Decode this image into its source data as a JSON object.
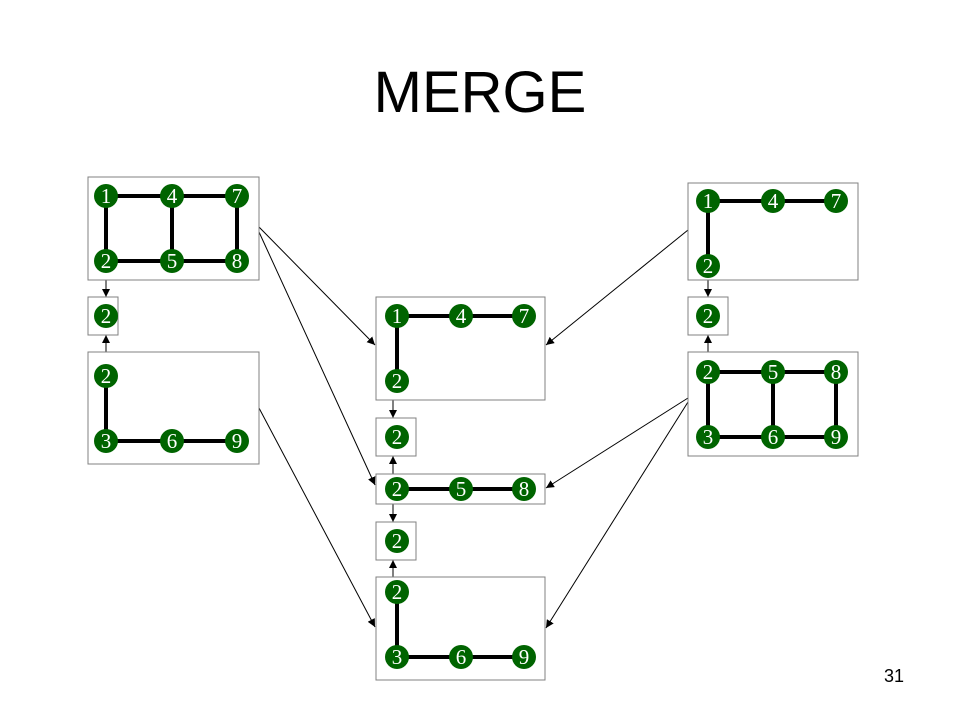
{
  "title": "MERGE",
  "page_number": "31",
  "colors": {
    "node": "#006400",
    "node_text": "#ffffff",
    "edge": "#000000",
    "box_border": "#808080"
  },
  "panels": [
    {
      "id": "left-top",
      "nodes": [
        "1",
        "4",
        "7",
        "2",
        "5",
        "8"
      ],
      "edges": [
        [
          "1",
          "4"
        ],
        [
          "4",
          "7"
        ],
        [
          "1",
          "2"
        ],
        [
          "4",
          "5"
        ],
        [
          "7",
          "8"
        ],
        [
          "2",
          "5"
        ],
        [
          "5",
          "8"
        ]
      ]
    },
    {
      "id": "left-sep",
      "nodes": [
        "2"
      ],
      "edges": []
    },
    {
      "id": "left-bottom",
      "nodes": [
        "2",
        "3",
        "6",
        "9"
      ],
      "edges": [
        [
          "2",
          "3"
        ],
        [
          "3",
          "6"
        ],
        [
          "6",
          "9"
        ]
      ]
    },
    {
      "id": "mid-1",
      "nodes": [
        "1",
        "4",
        "7",
        "2"
      ],
      "edges": [
        [
          "1",
          "4"
        ],
        [
          "4",
          "7"
        ],
        [
          "1",
          "2"
        ]
      ]
    },
    {
      "id": "mid-2",
      "nodes": [
        "2"
      ],
      "edges": []
    },
    {
      "id": "mid-3",
      "nodes": [
        "2",
        "5",
        "8"
      ],
      "edges": [
        [
          "2",
          "5"
        ],
        [
          "5",
          "8"
        ]
      ]
    },
    {
      "id": "mid-4",
      "nodes": [
        "2"
      ],
      "edges": []
    },
    {
      "id": "mid-5",
      "nodes": [
        "2",
        "3",
        "6",
        "9"
      ],
      "edges": [
        [
          "2",
          "3"
        ],
        [
          "3",
          "6"
        ],
        [
          "6",
          "9"
        ]
      ]
    },
    {
      "id": "right-top",
      "nodes": [
        "1",
        "4",
        "7",
        "2"
      ],
      "edges": [
        [
          "1",
          "4"
        ],
        [
          "4",
          "7"
        ],
        [
          "1",
          "2"
        ]
      ]
    },
    {
      "id": "right-sep",
      "nodes": [
        "2"
      ],
      "edges": []
    },
    {
      "id": "right-bottom",
      "nodes": [
        "2",
        "5",
        "8",
        "3",
        "6",
        "9"
      ],
      "edges": [
        [
          "2",
          "5"
        ],
        [
          "5",
          "8"
        ],
        [
          "2",
          "3"
        ],
        [
          "5",
          "6"
        ],
        [
          "8",
          "9"
        ],
        [
          "3",
          "6"
        ],
        [
          "6",
          "9"
        ]
      ]
    }
  ],
  "connections": [
    {
      "from": "left-top",
      "to": "left-sep"
    },
    {
      "from": "left-bottom",
      "to": "left-sep"
    },
    {
      "from": "left-top",
      "to": "mid-1"
    },
    {
      "from": "left-top",
      "to": "mid-3"
    },
    {
      "from": "left-bottom",
      "to": "mid-5"
    },
    {
      "from": "right-top",
      "to": "mid-1"
    },
    {
      "from": "right-top",
      "to": "right-sep"
    },
    {
      "from": "right-bottom",
      "to": "right-sep"
    },
    {
      "from": "right-bottom",
      "to": "mid-3"
    },
    {
      "from": "right-bottom",
      "to": "mid-5"
    },
    {
      "from": "mid-1",
      "to": "mid-2"
    },
    {
      "from": "mid-3",
      "to": "mid-2"
    },
    {
      "from": "mid-3",
      "to": "mid-4"
    },
    {
      "from": "mid-5",
      "to": "mid-4"
    }
  ]
}
